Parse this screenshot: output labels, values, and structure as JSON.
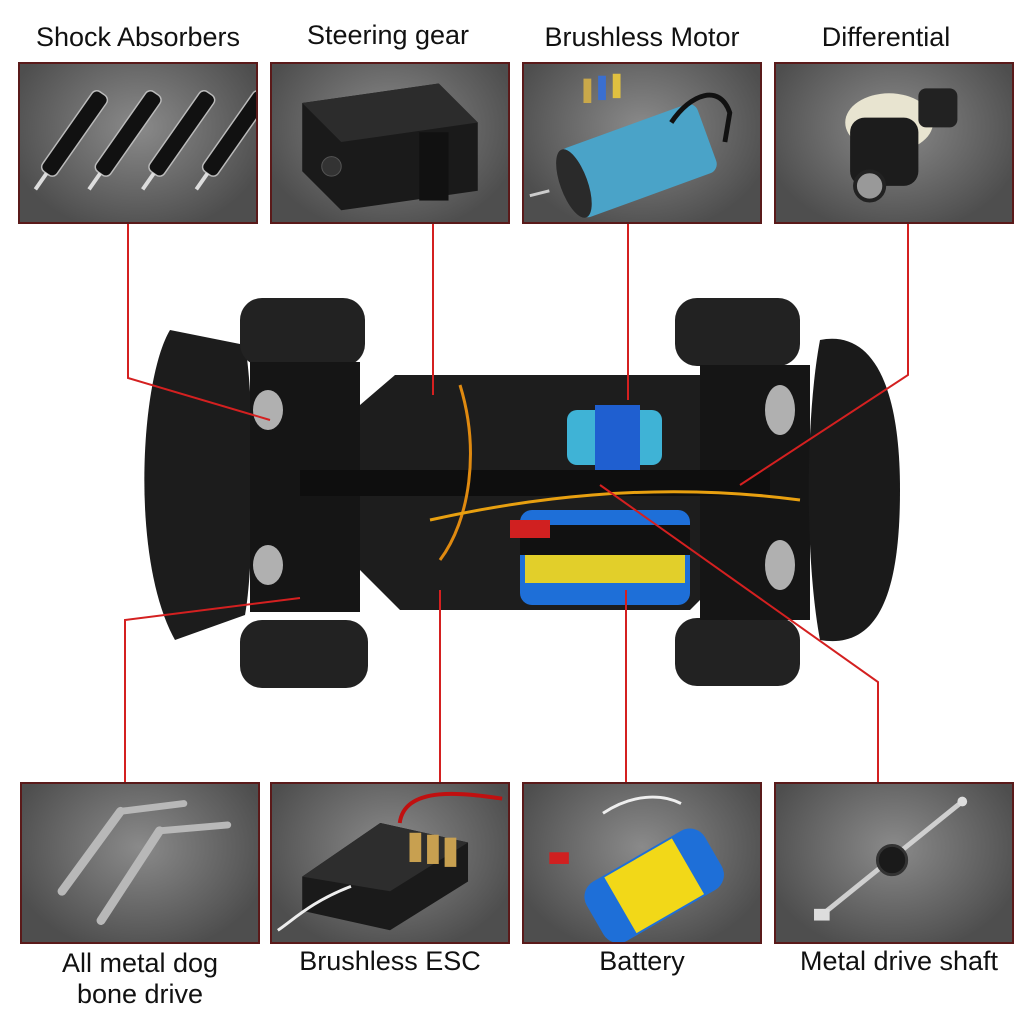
{
  "parts": {
    "shock_absorbers": "Shock Absorbers",
    "steering_gear": "Steering gear",
    "brushless_motor": "Brushless Motor",
    "differential": "Differential",
    "dog_bone_line1": "All metal dog",
    "dog_bone_line2": "bone drive",
    "brushless_esc": "Brushless ESC",
    "battery": "Battery",
    "drive_shaft": "Metal drive shaft"
  },
  "colors": {
    "leader_line": "#d42020",
    "chassis": "#1a1a1a",
    "motor": "#2a8fd0",
    "battery": "#1e6fd8"
  }
}
